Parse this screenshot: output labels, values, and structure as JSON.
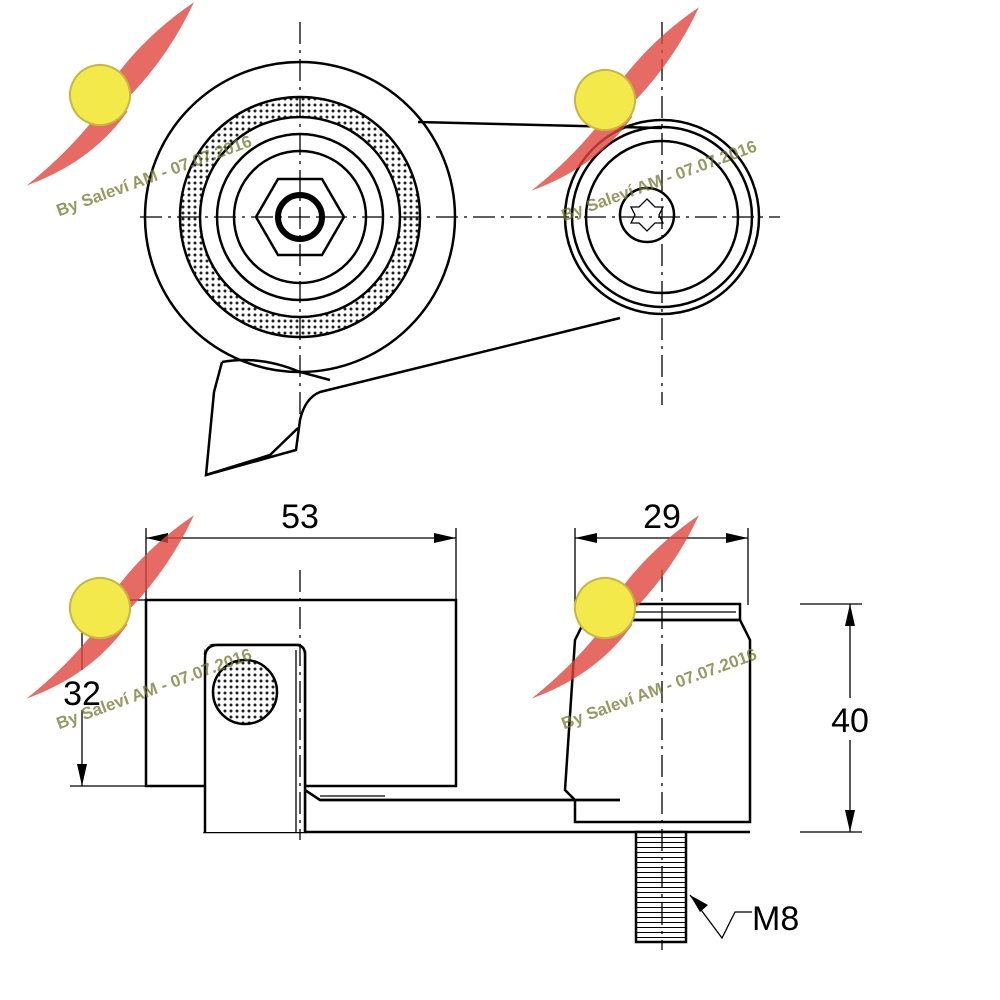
{
  "dimensions": {
    "width_top": "53",
    "width_right": "29",
    "height_left": "32",
    "height_right": "40",
    "thread": "M8"
  },
  "watermark": {
    "caption": "By Saleví AM - 07.07.2016",
    "badge_color": "#f3e94a",
    "wing_color": "#e0463f"
  }
}
